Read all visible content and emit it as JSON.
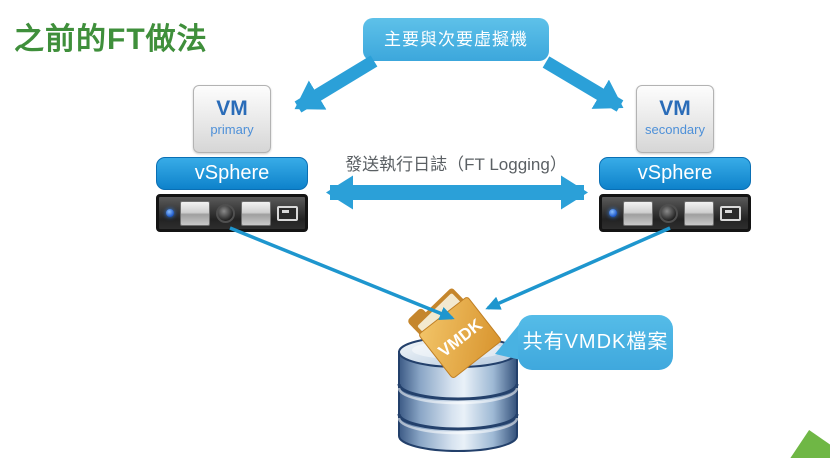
{
  "title": "之前的FT做法",
  "banner": {
    "label": "主要與次要虛擬機"
  },
  "ft_link": {
    "label": "發送執行日誌（FT Logging）"
  },
  "hosts": {
    "left": {
      "vm": "VM",
      "role": "primary",
      "platform": "vSphere"
    },
    "right": {
      "vm": "VM",
      "role": "secondary",
      "platform": "vSphere"
    }
  },
  "storage": {
    "folder_label": "VMDK",
    "callout": "共有VMDK檔案"
  },
  "colors": {
    "title_green": "#3F8F3B",
    "callout_blue": "#49B2E2",
    "arrow_blue": "#2BA0D8",
    "thin_arrow_blue": "#1E96CE",
    "vsphere_blue_top": "#38ACE7",
    "vsphere_blue_bottom": "#0E82CB",
    "vm_text_blue": "#2A6CB8",
    "folder_orange": "#E8A845",
    "disk_edge_navy": "#23406B",
    "corner_green": "#6FB745"
  }
}
